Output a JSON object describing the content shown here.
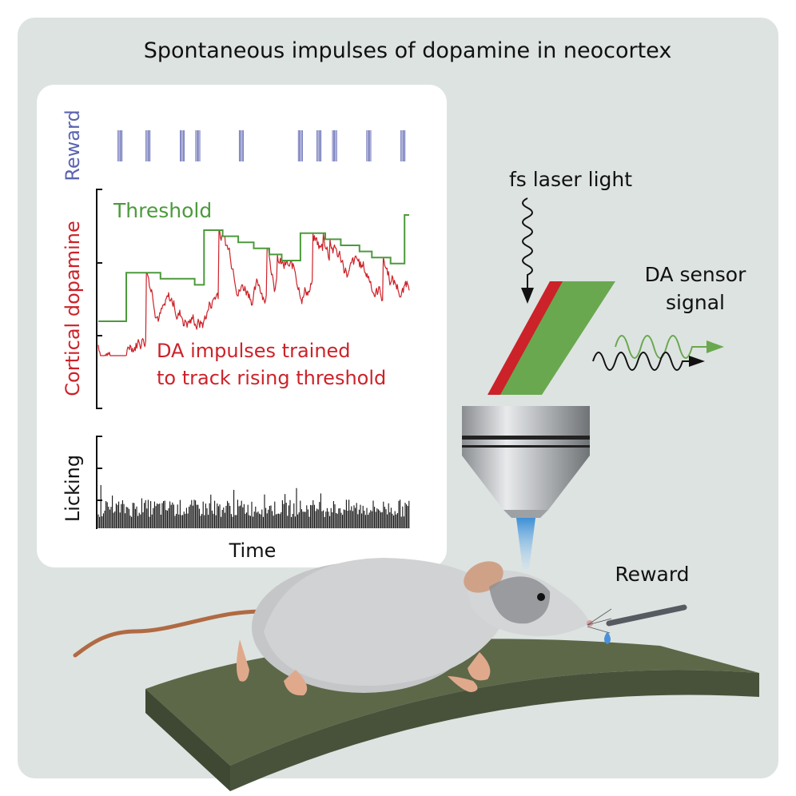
{
  "title": "Spontaneous impulses of dopamine in neocortex",
  "colors": {
    "background_panel": "#dde3e1",
    "reward": "#5b63b0",
    "dopamine": "#cc2229",
    "threshold": "#4c9a3c",
    "licking": "#111111",
    "sensor_green": "#6aa84f",
    "sensor_red": "#cc2229"
  },
  "plot": {
    "reward_label": "Reward",
    "dopamine_label": "Cortical dopamine",
    "threshold_label": "Threshold",
    "annotation_line1": "DA impulses trained",
    "annotation_line2": "to track rising threshold",
    "licking_label": "Licking",
    "x_label": "Time"
  },
  "chart_data": {
    "type": "line",
    "xlabel": "Time",
    "reward_events": [
      0.07,
      0.16,
      0.27,
      0.32,
      0.46,
      0.65,
      0.71,
      0.76,
      0.87,
      0.98
    ],
    "threshold_steps": [
      [
        0.0,
        0.2
      ],
      [
        0.09,
        0.2
      ],
      [
        0.09,
        0.52
      ],
      [
        0.2,
        0.52
      ],
      [
        0.2,
        0.48
      ],
      [
        0.31,
        0.48
      ],
      [
        0.31,
        0.44
      ],
      [
        0.34,
        0.44
      ],
      [
        0.34,
        0.8
      ],
      [
        0.4,
        0.8
      ],
      [
        0.4,
        0.76
      ],
      [
        0.45,
        0.76
      ],
      [
        0.45,
        0.72
      ],
      [
        0.5,
        0.72
      ],
      [
        0.5,
        0.68
      ],
      [
        0.55,
        0.68
      ],
      [
        0.55,
        0.64
      ],
      [
        0.59,
        0.64
      ],
      [
        0.59,
        0.6
      ],
      [
        0.65,
        0.6
      ],
      [
        0.65,
        0.78
      ],
      [
        0.73,
        0.78
      ],
      [
        0.73,
        0.74
      ],
      [
        0.78,
        0.74
      ],
      [
        0.78,
        0.7
      ],
      [
        0.84,
        0.7
      ],
      [
        0.84,
        0.66
      ],
      [
        0.88,
        0.66
      ],
      [
        0.88,
        0.62
      ],
      [
        0.94,
        0.62
      ],
      [
        0.94,
        0.58
      ],
      [
        0.985,
        0.58
      ],
      [
        0.985,
        0.9
      ],
      [
        1.0,
        0.9
      ]
    ]
  },
  "scene": {
    "laser_label": "fs laser light",
    "sensor_label_line1": "DA sensor",
    "sensor_label_line2": "signal",
    "reward_label": "Reward"
  }
}
